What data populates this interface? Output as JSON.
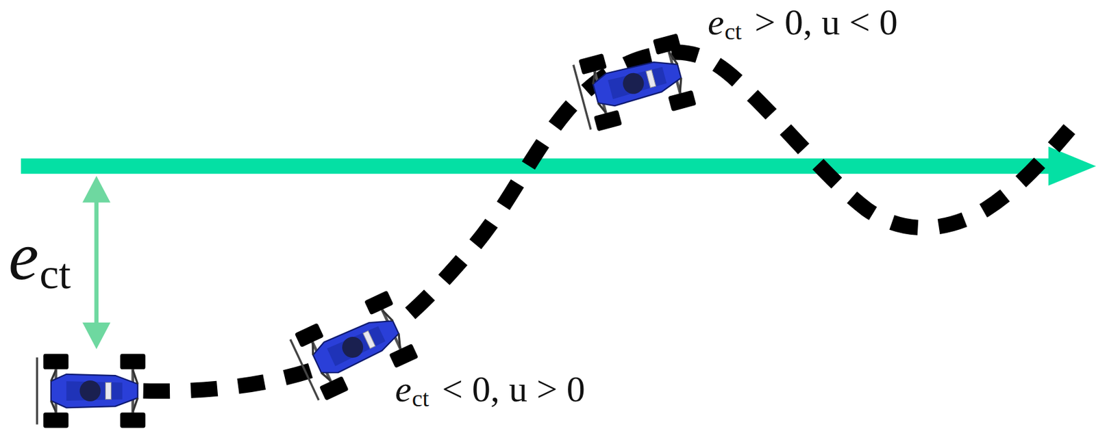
{
  "diagram": {
    "labels": [
      "e",
      "ct",
      "e",
      "ct",
      "> 0, u < 0",
      "e",
      "ct",
      "< 0, u > 0"
    ]
  }
}
